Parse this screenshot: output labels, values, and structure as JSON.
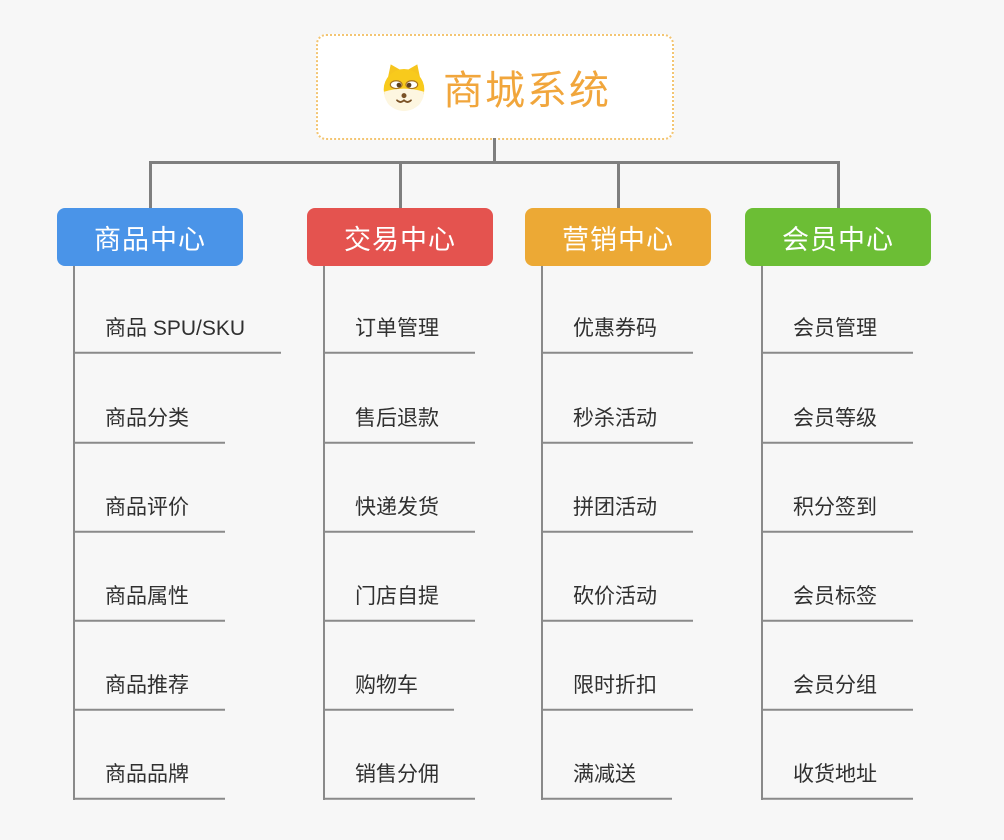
{
  "root": {
    "title": "商城系统",
    "icon": "dog-face-icon",
    "accent_color": "#f1a63c",
    "border_color": "#f3c572"
  },
  "connector_color": "#7f7f7f",
  "branches": [
    {
      "label": "商品中心",
      "color": "#4a94e8",
      "items": [
        "商品 SPU/SKU",
        "商品分类",
        "商品评价",
        "商品属性",
        "商品推荐",
        "商品品牌"
      ]
    },
    {
      "label": "交易中心",
      "color": "#e4534f",
      "items": [
        "订单管理",
        "售后退款",
        "快递发货",
        "门店自提",
        "购物车",
        "销售分佣"
      ]
    },
    {
      "label": "营销中心",
      "color": "#eca935",
      "items": [
        "优惠券码",
        "秒杀活动",
        "拼团活动",
        "砍价活动",
        "限时折扣",
        "满减送"
      ]
    },
    {
      "label": "会员中心",
      "color": "#6cbe35",
      "items": [
        "会员管理",
        "会员等级",
        "积分签到",
        "会员标签",
        "会员分组",
        "收货地址"
      ]
    }
  ]
}
